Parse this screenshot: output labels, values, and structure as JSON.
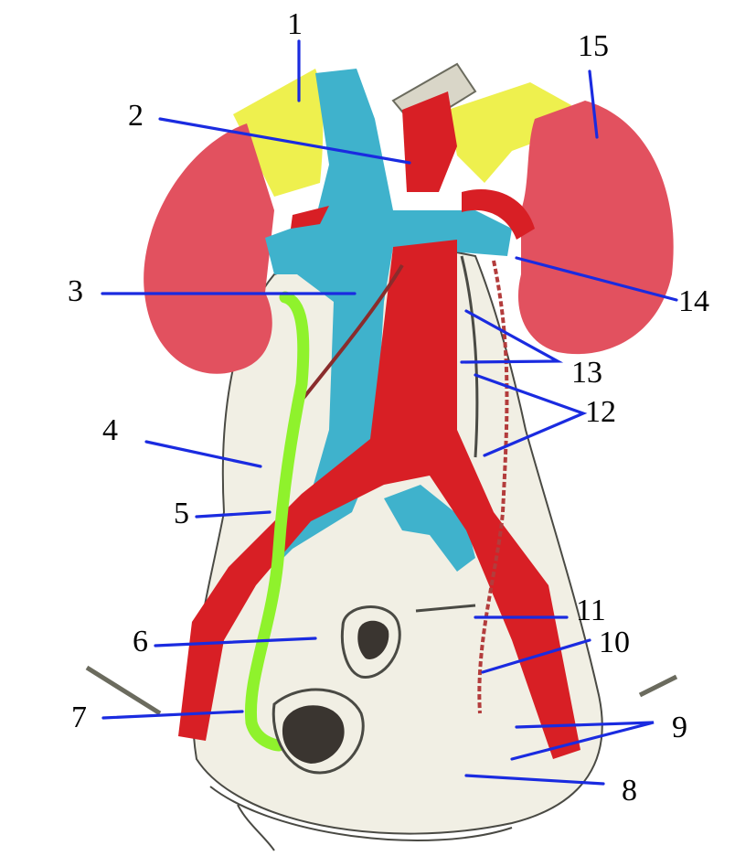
{
  "colors": {
    "adrenal": "#eef04e",
    "kidney": "#e2515f",
    "vein": "#3fb2cc",
    "artery": "#d81f25",
    "ureter": "#8ff22c",
    "tissue": "#f1efe4",
    "outline": "#4a4a44",
    "leader": "#1a2be0",
    "label": "#000000"
  },
  "labels": {
    "l1": "1",
    "l2": "2",
    "l3": "3",
    "l4": "4",
    "l5": "5",
    "l6": "6",
    "l7": "7",
    "l8": "8",
    "l9": "9",
    "l10": "10",
    "l11": "11",
    "l12": "12",
    "l13": "13",
    "l14": "14",
    "l15": "15"
  }
}
